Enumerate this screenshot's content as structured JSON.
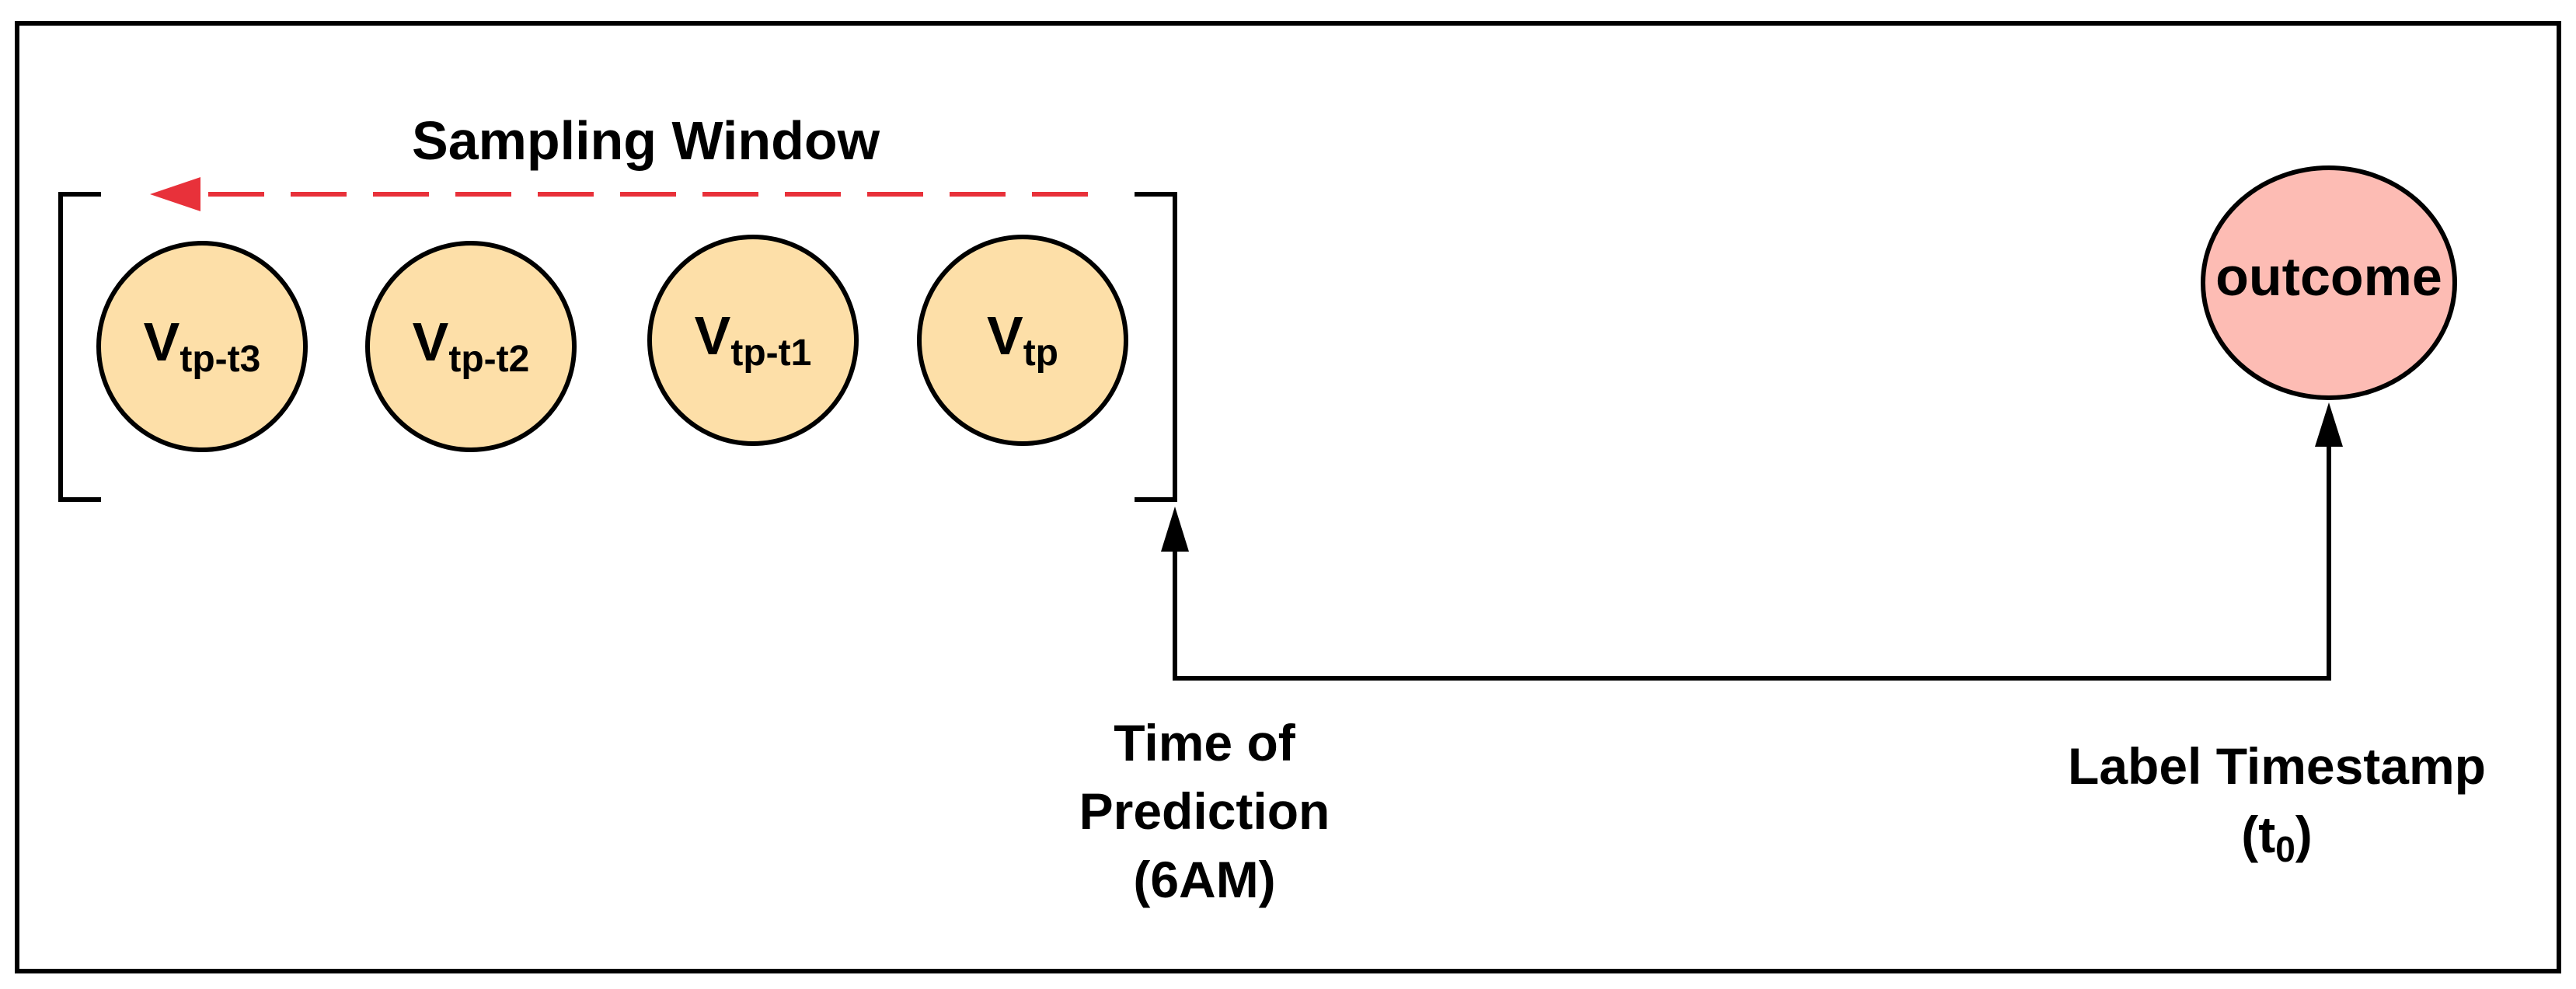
{
  "title": "Sampling Window",
  "nodes": [
    {
      "id": "vtp-t3",
      "base": "V",
      "sub": "tp-t3"
    },
    {
      "id": "vtp-t2",
      "base": "V",
      "sub": "tp-t2"
    },
    {
      "id": "vtp-t1",
      "base": "V",
      "sub": "tp-t1"
    },
    {
      "id": "vtp",
      "base": "V",
      "sub": "tp"
    }
  ],
  "outcome": {
    "label": "outcome"
  },
  "prediction_label": {
    "line1": "Time of",
    "line2": "Prediction",
    "line3": "(6AM)"
  },
  "timestamp_label": {
    "line1": "Label Timestamp",
    "open": "(t",
    "sub": "0",
    "close": ")"
  },
  "colors": {
    "node_fill": "#fddfa8",
    "outcome_fill": "#fdbcb4",
    "arrow_red": "#e8313a",
    "stroke": "#000000"
  }
}
